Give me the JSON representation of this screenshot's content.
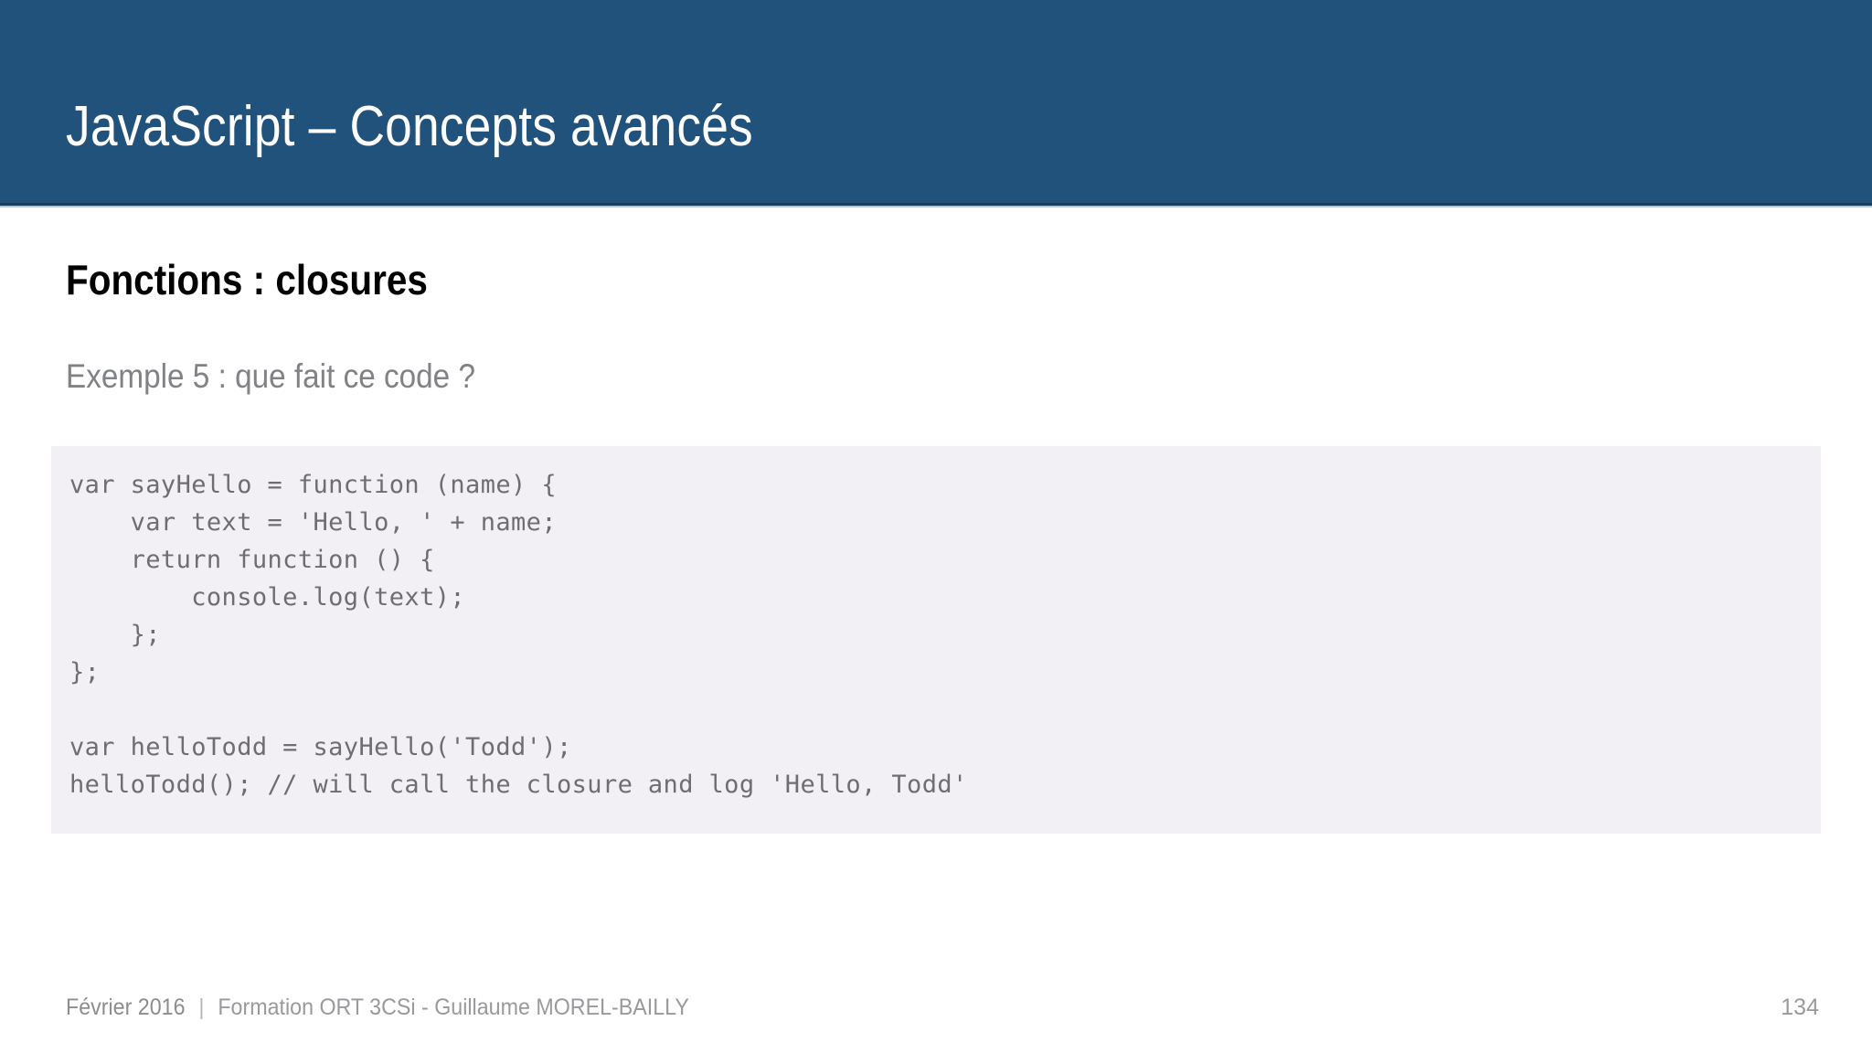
{
  "slide": {
    "title": "JavaScript – Concepts avancés",
    "banner_color": "#21527C",
    "section_heading": "Fonctions : closures",
    "subtitle": "Exemple 5 : que fait ce code ?",
    "code": {
      "language": "javascript",
      "background_color": "#F2F0F4",
      "text_color": "#6E6E70",
      "lines": [
        "var sayHello = function (name) {",
        "    var text = 'Hello, ' + name;",
        "    return function () {",
        "        console.log(text);",
        "    };",
        "};",
        "",
        "var helloTodd = sayHello('Todd');",
        "helloTodd(); // will call the closure and log 'Hello, Todd'"
      ],
      "text": "var sayHello = function (name) {\n    var text = 'Hello, ' + name;\n    return function () {\n        console.log(text);\n    };\n};\n\nvar helloTodd = sayHello('Todd');\nhelloTodd(); // will call the closure and log 'Hello, Todd'"
    },
    "footer": {
      "date": "Février 2016",
      "separator": "|",
      "credit": "Formation ORT 3CSi - Guillaume MOREL-BAILLY",
      "page_number": "134"
    }
  }
}
